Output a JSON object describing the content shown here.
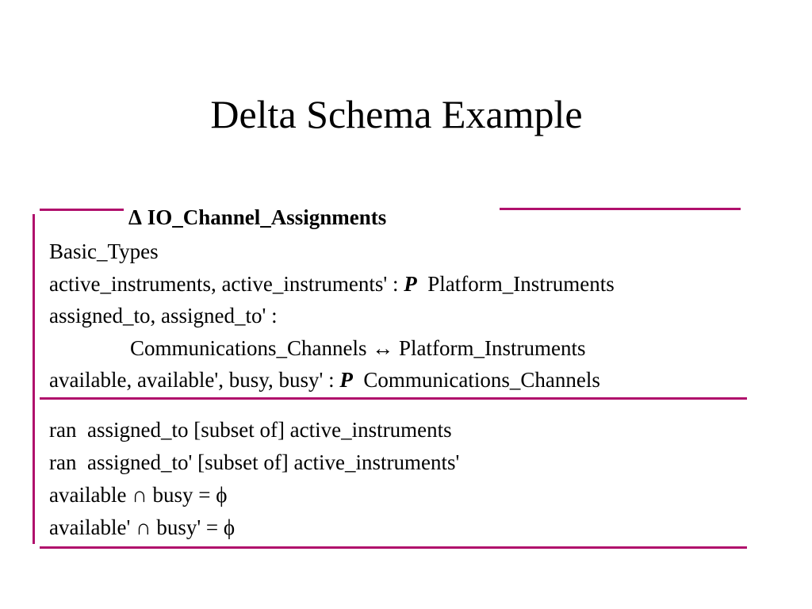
{
  "title": "Delta Schema Example",
  "accent_color": "#b0106c",
  "schema": {
    "delta_symbol": "Δ",
    "name": "IO_Channel_Assignments",
    "declarations": {
      "line1": "Basic_Types",
      "line2_prefix": "active_instruments, active_instruments' : ",
      "line2_powerset": "P",
      "line2_suffix": "  Platform_Instruments",
      "line3": "assigned_to, assigned_to' :",
      "line4_prefix": "Communications_Channels ",
      "line4_relation_symbol": "↔",
      "line4_suffix": " Platform_Instruments",
      "line5_prefix": "available, available', busy, busy' : ",
      "line5_powerset": "P",
      "line5_suffix": "  Communications_Channels"
    },
    "predicates": {
      "line1": "ran  assigned_to [subset of] active_instruments",
      "line2": "ran  assigned_to' [subset of] active_instruments'",
      "line3_prefix": "available ",
      "line3_intersect": "∩",
      "line3_middle": " busy = ",
      "line3_empty": "ϕ",
      "line4_prefix": "available' ",
      "line4_intersect": "∩",
      "line4_middle": " busy' = ",
      "line4_empty": "ϕ"
    }
  }
}
